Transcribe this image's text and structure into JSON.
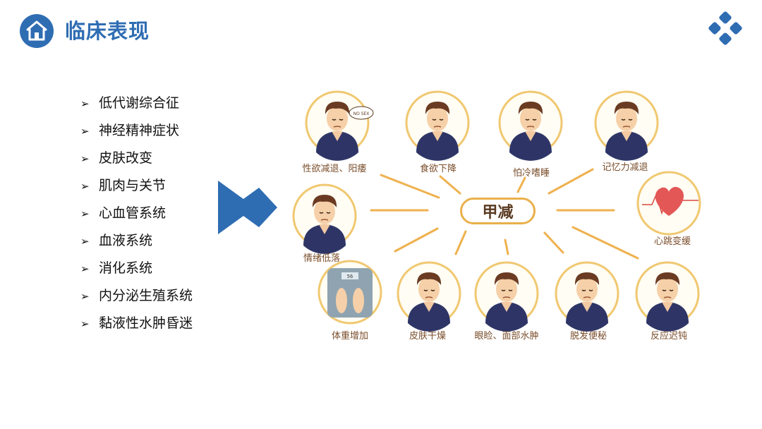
{
  "header": {
    "title": "临床表现",
    "icon": "home-icon",
    "logo_icon": "cross-logo-icon",
    "accent_color": "#2f6db3"
  },
  "bullets": {
    "marker": "➢",
    "items": [
      "低代谢综合征",
      "神经精神症状",
      "皮肤改变",
      "肌肉与关节",
      "心血管系统",
      "血液系统",
      "消化系统",
      "内分泌生殖系统",
      "黏液性水肿昏迷"
    ]
  },
  "illustration": {
    "center_label": "甲减",
    "no_sex_badge": "NO SEX",
    "scale_display": "56",
    "captions": {
      "libido": "性欲减退、阳痿",
      "appetite": "食欲下降",
      "cold": "怕冷嗜睡",
      "memory": "记忆力减退",
      "heart": "心跳变缓",
      "mood": "情绪低落",
      "weight": "体重增加",
      "skin": "皮肤干燥",
      "edema": "眼睑、面部水肿",
      "constipation": "脱发便秘",
      "reaction": "反应迟钝"
    }
  }
}
